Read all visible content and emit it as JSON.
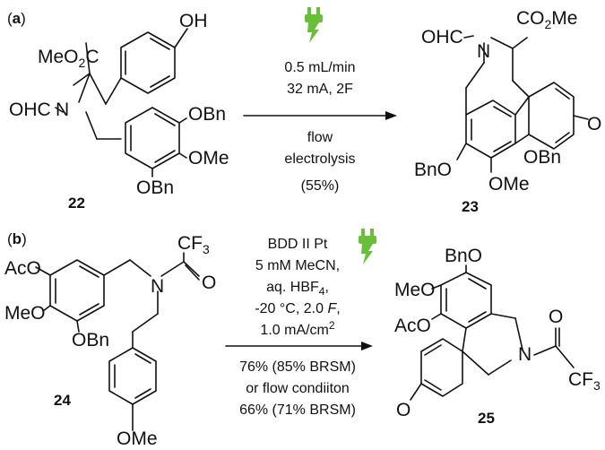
{
  "panels": {
    "a": {
      "label": "a"
    },
    "b": {
      "label": "b"
    }
  },
  "compounds": {
    "c22": "22",
    "c23": "23",
    "c24": "24",
    "c25": "25"
  },
  "groups": {
    "oh": "OH",
    "meo2c": "MeO2C",
    "ohc": "OHC",
    "n": "N",
    "obn": "OBn",
    "ome": "OMe",
    "co2me": "CO2Me",
    "o": "O",
    "bno": "BnO",
    "cf3": "CF3",
    "aco": "AcO",
    "meo": "MeO"
  },
  "conditions_a": {
    "line1": "0.5 mL/min",
    "line2": "32 mA, 2F",
    "line3": "flow",
    "line4": "electrolysis",
    "yield": "(55%)"
  },
  "conditions_b": {
    "line1": "BDD II Pt",
    "line2": "5 mM MeCN,",
    "line3": "aq. HBF4,",
    "line4": "-20 °C, 2.0 F,",
    "line5": "1.0 mA/cm2",
    "line6": "76% (85% BRSM)",
    "line7": "or flow condiiton",
    "line8": "66% (71% BRSM)"
  },
  "colors": {
    "plug_icon": "#6abf3a",
    "ink": "#111111"
  },
  "icons": [
    "electric-plug-icon",
    "electric-plug-icon"
  ]
}
